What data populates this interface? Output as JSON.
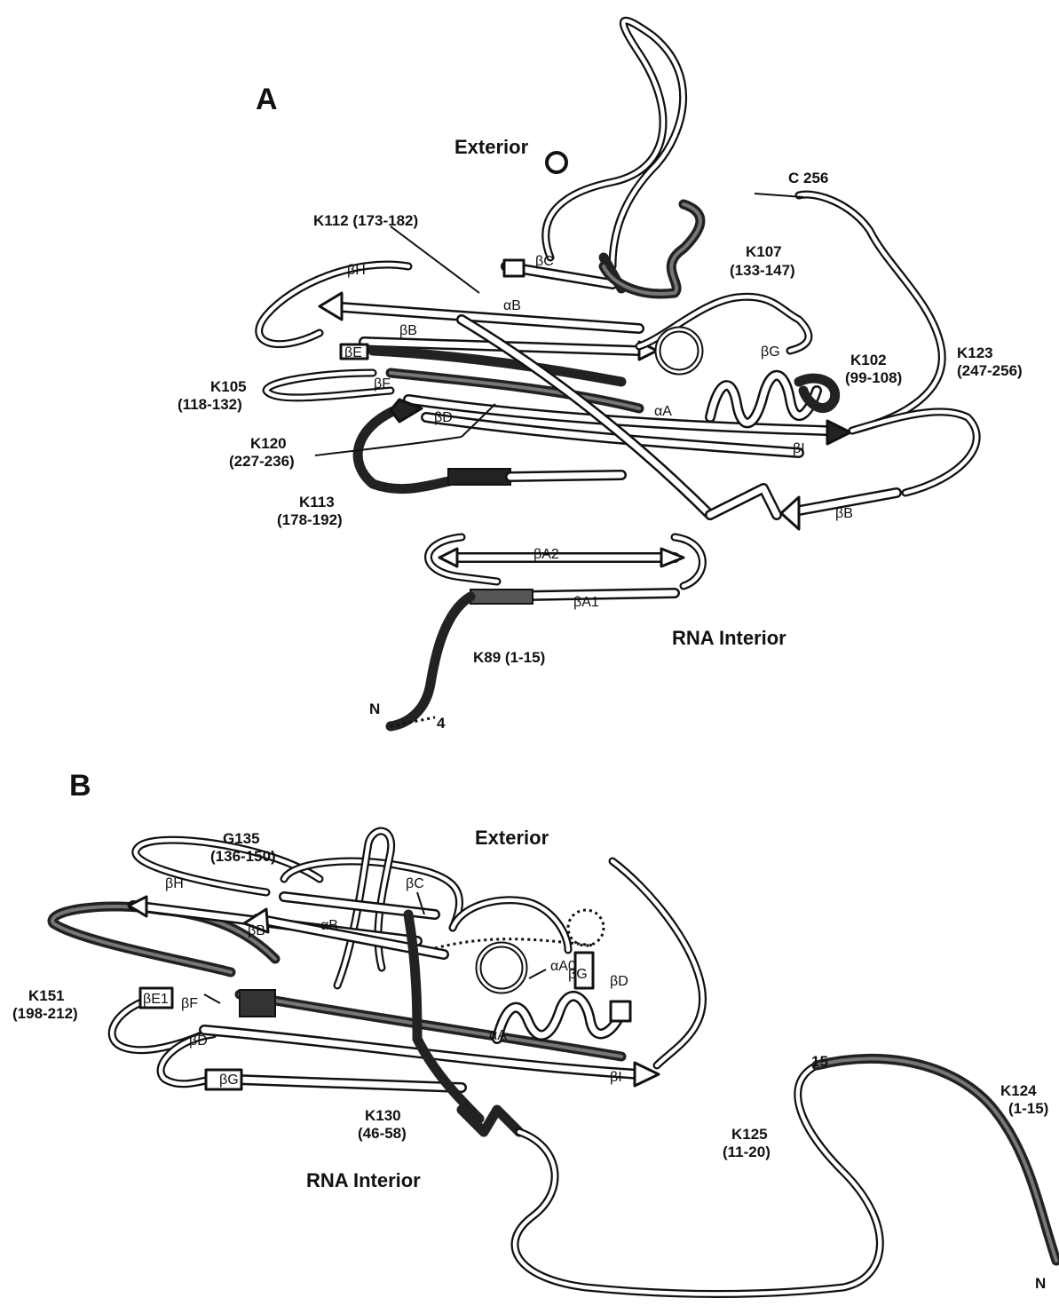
{
  "panel_a": {
    "letter": "A",
    "exterior": "Exterior",
    "interior": "RNA Interior",
    "antibodies": {
      "k112": "K112 (173-182)",
      "k107_name": "K107",
      "k107_range": "(133-147)",
      "k102_name": "K102",
      "k102_range": "(99-108)",
      "k123_name": "K123",
      "k123_range": "(247-256)",
      "k105_name": "K105",
      "k105_range": "(118-132)",
      "k120_name": "K120",
      "k120_range": "(227-236)",
      "k113_name": "K113",
      "k113_range": "(178-192)",
      "k89": "K89 (1-15)"
    },
    "termini": {
      "c": "C 256",
      "n": "N",
      "n_res": "4"
    },
    "strands": {
      "bh": "βH",
      "bc": "βC",
      "ab": "αB",
      "bb": "βB",
      "be": "βE",
      "bf": "βF",
      "bd": "βD",
      "bg": "βG",
      "aa": "αA",
      "bi": "βI",
      "bb2": "βB",
      "ba2": "βA2",
      "ba1": "βA1"
    }
  },
  "panel_b": {
    "letter": "B",
    "exterior": "Exterior",
    "interior": "RNA Interior",
    "antibodies": {
      "g135_name": "G135",
      "g135_range": "(136-150)",
      "k151_name": "K151",
      "k151_range": "(198-212)",
      "k130_name": "K130",
      "k130_range": "(46-58)",
      "k125_name": "K125",
      "k125_range": "(11-20)",
      "k124_name": "K124",
      "k124_range": "(1-15)"
    },
    "termini": {
      "n": "N",
      "res15": "15"
    },
    "strands": {
      "bh": "βH",
      "bc": "βC",
      "ab": "αB",
      "bb": "βB",
      "be1": "βE1",
      "bf": "βF",
      "bd": "βD",
      "bg": "βG",
      "aa0": "αA0",
      "bg2": "βG",
      "bd2": "βD",
      "aa": "αA",
      "bi": "βI"
    }
  },
  "colors": {
    "ink": "#111111",
    "background": "#ffffff",
    "epitope_shade": "#222222"
  }
}
